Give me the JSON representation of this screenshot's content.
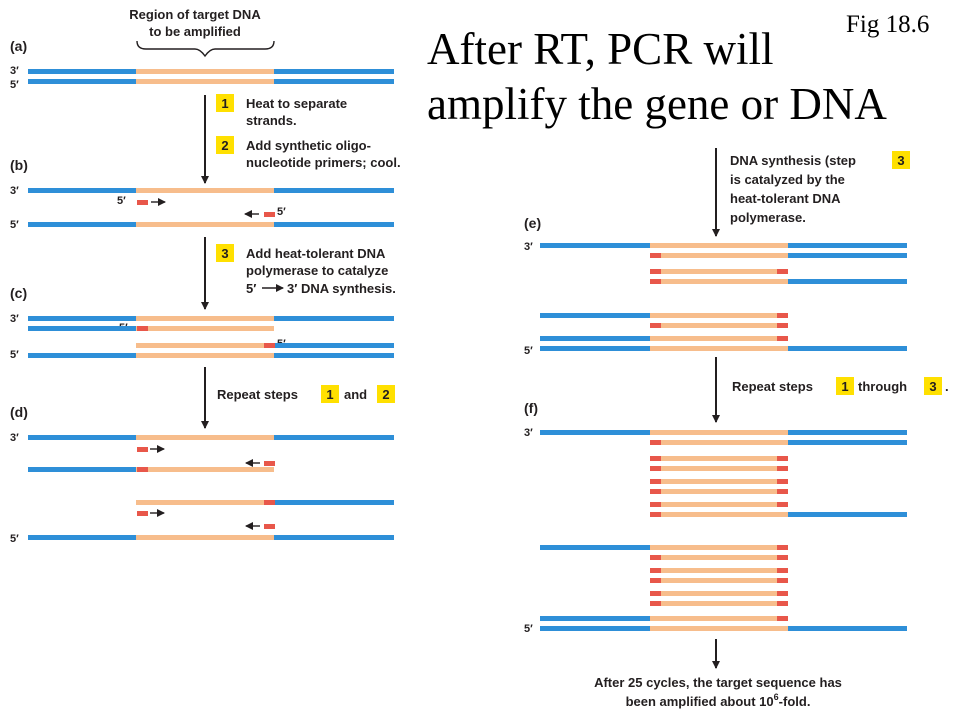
{
  "title": {
    "line1": "After RT, PCR will",
    "line2": "amplify the gene or DNA"
  },
  "figure_label": "Fig 18.6",
  "diagram": {
    "region_label": [
      "Region of target DNA",
      "to be amplified"
    ],
    "panels": {
      "a": "(a)",
      "b": "(b)",
      "c": "(c)",
      "d": "(d)",
      "e": "(e)",
      "f": "(f)"
    },
    "ends": {
      "three_prime": "3′",
      "five_prime": "5′"
    },
    "step1": {
      "num": "1",
      "lines": [
        "Heat to separate",
        "strands."
      ]
    },
    "step2": {
      "num": "2",
      "lines": [
        "Add synthetic oligo-",
        "nucleotide primers; cool."
      ]
    },
    "step3": {
      "num": "3",
      "lines": [
        "Add heat-tolerant DNA",
        "polymerase to catalyze"
      ],
      "line3_a": "5′",
      "line3_b": "3′ DNA synthesis."
    },
    "repeat12": {
      "text": "Repeat steps",
      "and": "and",
      "n1": "1",
      "n2": "2"
    },
    "synthesis_note": {
      "line1": "DNA synthesis (step",
      "num": "3",
      "line2": "is catalyzed by the",
      "line3": "heat-tolerant DNA",
      "line4": "polymerase."
    },
    "repeat13": {
      "text": "Repeat steps",
      "through": "through",
      "n1": "1",
      "n3": "3",
      "period": "."
    },
    "footer": {
      "line1": "After 25 cycles, the target sequence has",
      "line2_a": "been amplified about 10",
      "exp": "6",
      "line2_b": "-fold."
    }
  },
  "colors": {
    "dna_blue": "#2e8fd8",
    "target_orange": "#f7bd8c",
    "primer_red": "#e8574a",
    "step_yellow": "#ffe000"
  }
}
